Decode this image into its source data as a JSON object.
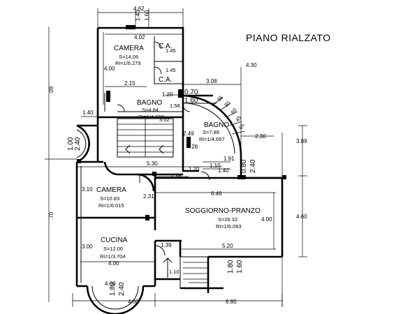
{
  "title": "PIANO RIALZATO",
  "rooms": [
    {
      "id": "camera-top",
      "name": "CAMERA",
      "area": "S=14.06",
      "ratio": "Ri=1/6.279"
    },
    {
      "id": "bagno-1",
      "name": "BAGNO",
      "area": "S=4.84",
      "ratio": "Ri=1/4.322"
    },
    {
      "id": "bagno-2",
      "name": "BAGNO",
      "area": "S=7.89",
      "ratio": "Ri=1/4.697"
    },
    {
      "id": "camera-left",
      "name": "CAMERA",
      "area": "S=10.83",
      "ratio": "Ri=1/6.015"
    },
    {
      "id": "soggiorno",
      "name": "SOGGIORNO-PRANZO",
      "area": "S=26.32",
      "ratio": "Ri=1/6.093"
    },
    {
      "id": "cucina",
      "name": "CUCINA",
      "area": "S=12.00",
      "ratio": "Ri=1/3.704"
    }
  ],
  "labels": {
    "ca_top": "C.A.",
    "ca_bottom": "C.A."
  },
  "dimensions": {
    "top_total": "4.62",
    "top_v1": "1.40",
    "top_v2": "1.60",
    "camera_width": "4.02",
    "camera_height": "4.00",
    "ca_h1": "1.45",
    "ca_h2": "1.45",
    "corridor": "2.15",
    "d_120": "1.20",
    "d_070": "0.70",
    "d_160": "1.60",
    "d_308": "3.08",
    "d_430": "4.30",
    "d_158": "1.58",
    "d_302": "3.02",
    "d_140_left": "1.40",
    "arc_35": "35",
    "arc_30": "30",
    "arc_60": "60",
    "arc_45": "45",
    "arc_65": "65",
    "d_249": "2.49",
    "d_28": ".28",
    "d_230": "2.30",
    "d_389": "3.89",
    "d_191": "1.91",
    "d_110": "1.10",
    "d_140": "1.40",
    "d_120b": "1.20",
    "d_080": "0.80",
    "d_240": "2.40",
    "d_530": "5.30",
    "d_236": "2.36",
    "left_100": "1.00",
    "left_240": "2.40",
    "d_310": "3.10",
    "d_231": "2.31",
    "d_646": "6.46",
    "d_400_right": "4.00",
    "d_460_right": "4.60",
    "d_300": "3.00",
    "d_139": "1.39",
    "d_520": "5.20",
    "d_400_cucina": "4.00",
    "d_110b": "1.10",
    "d_180": "1.80",
    "d_160b": "1.60",
    "bottom_180": "1.80",
    "bottom_240": "2.40",
    "d_400_bottom": "4.00",
    "bottom_460": "4.60",
    "bottom_680": "6.80",
    "left_09": ".09",
    "left_70": ".70"
  }
}
